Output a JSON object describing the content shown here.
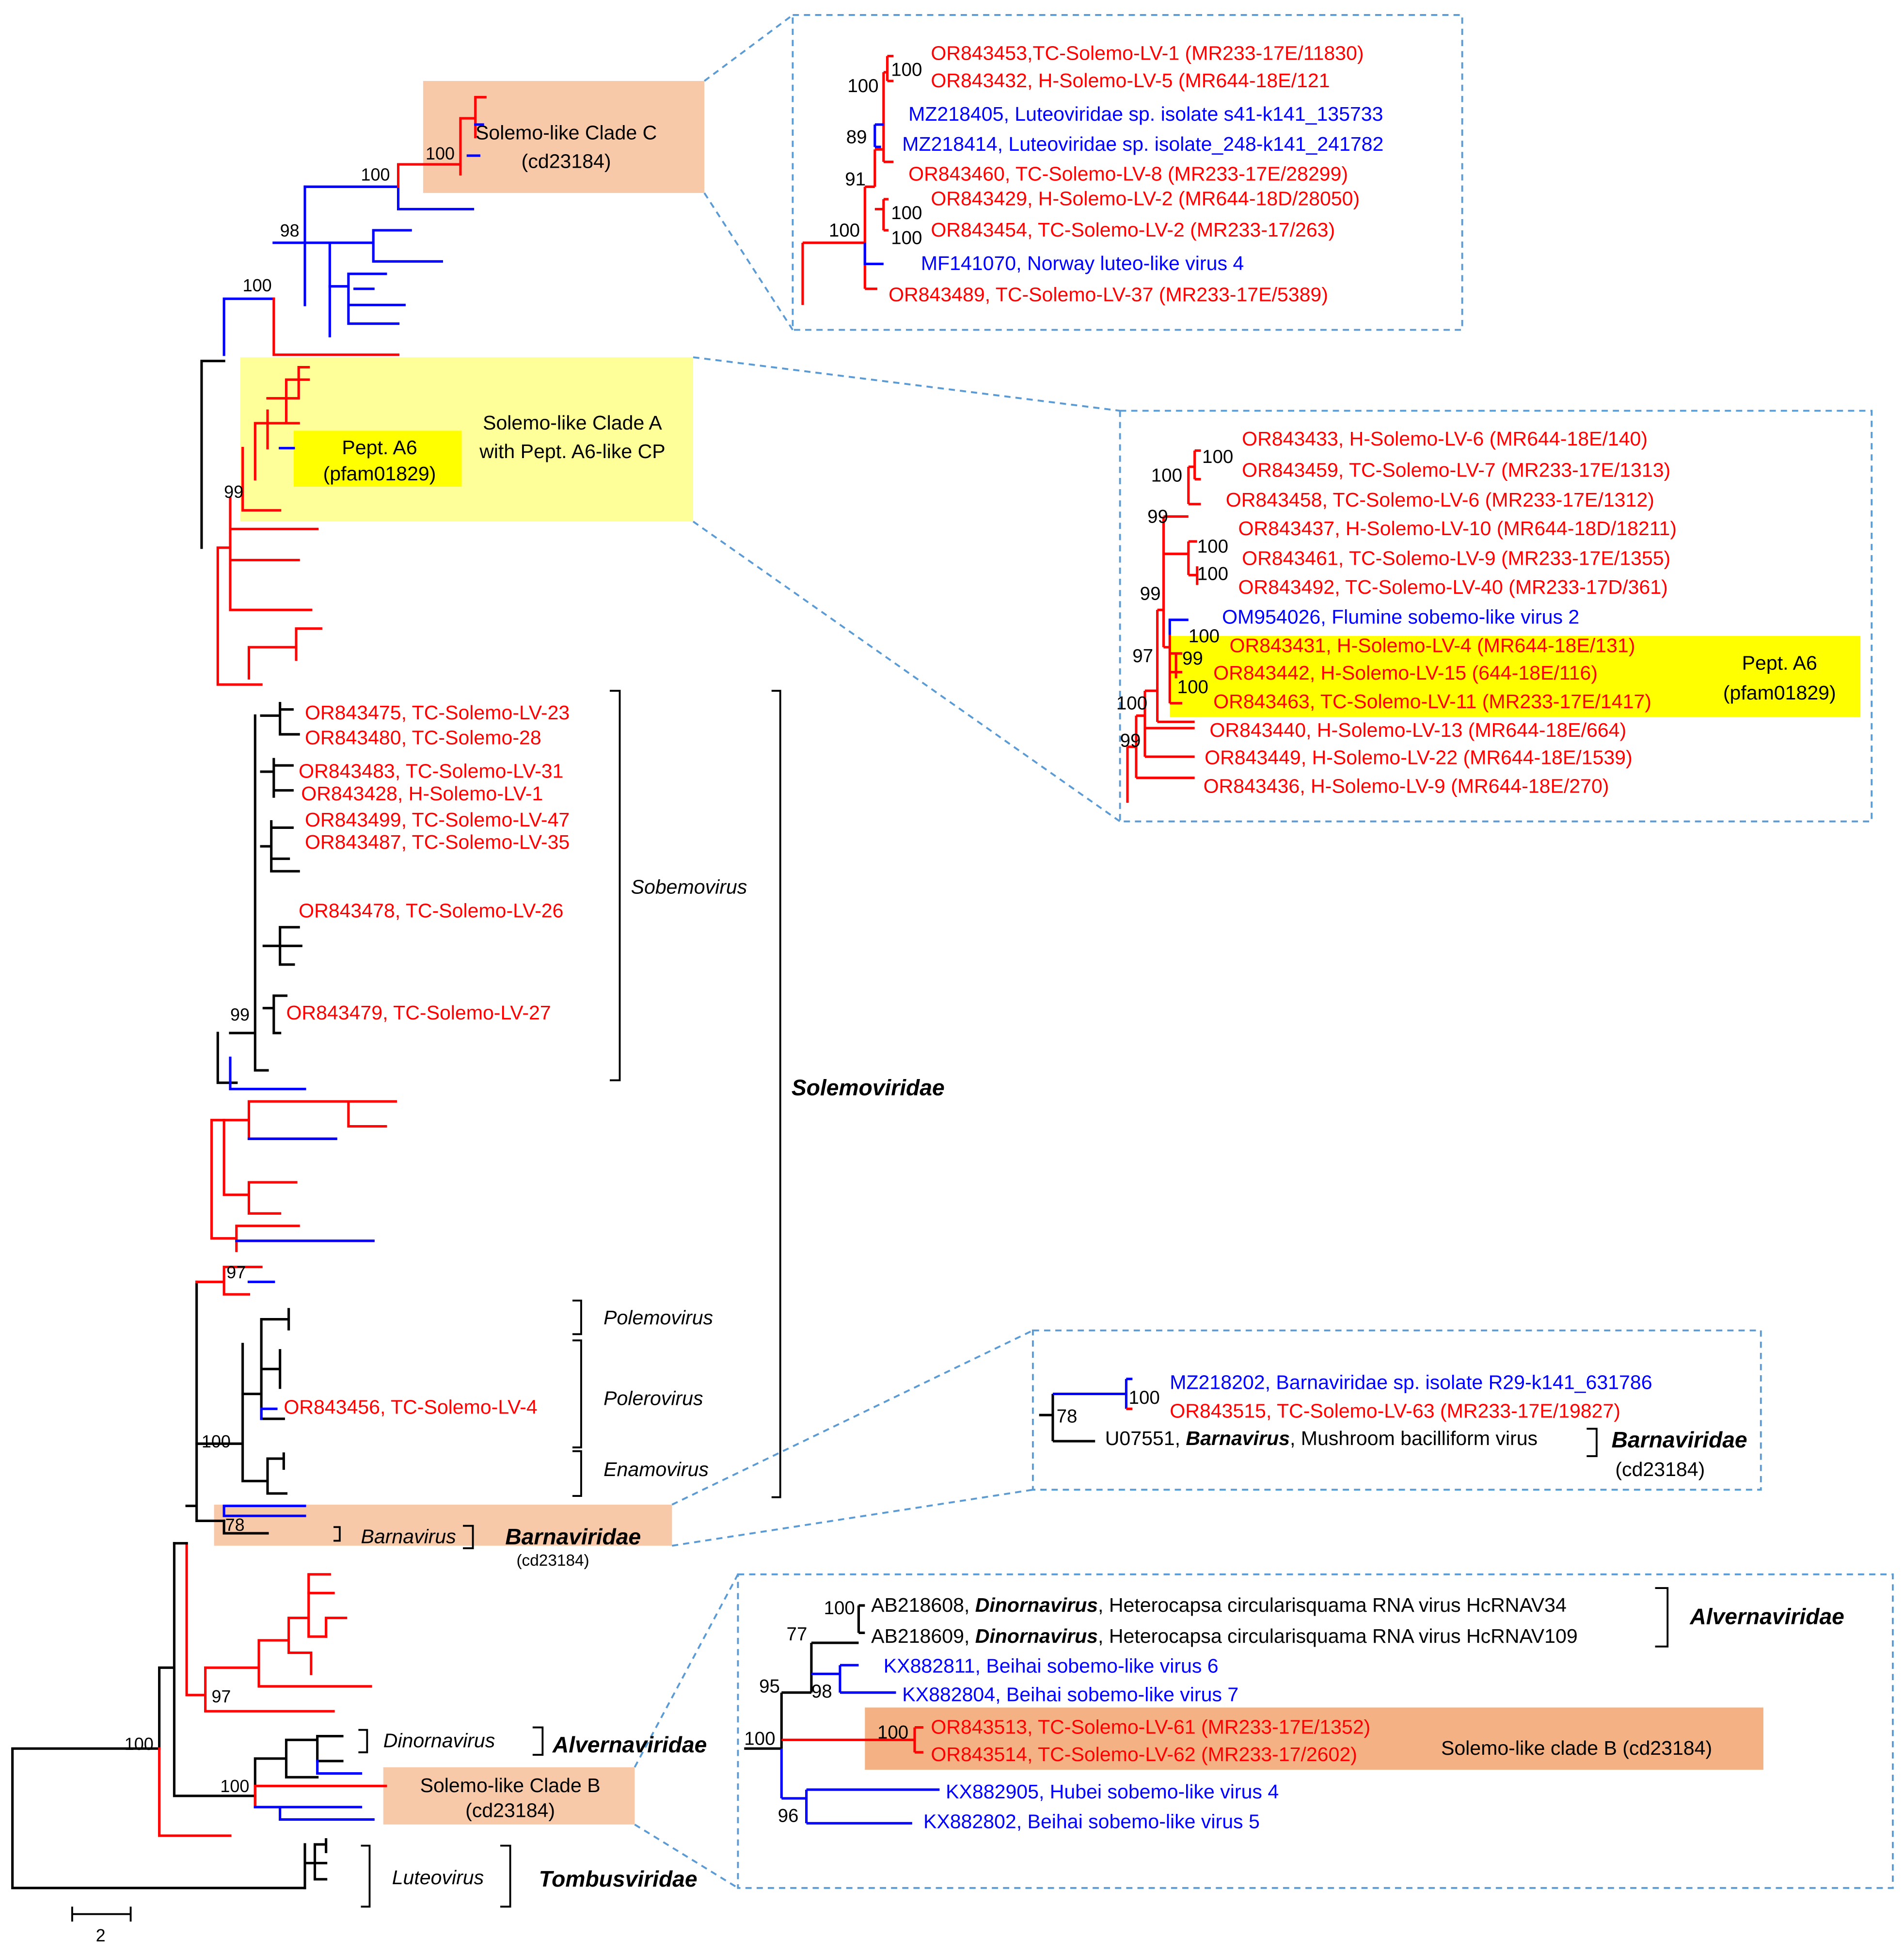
{
  "colors": {
    "red": "#ff0000",
    "blue": "#0000ff",
    "black": "#000000",
    "peach": "#f8c9a8",
    "orange": "#f4b183",
    "yellow": "#ffff99",
    "yellowStrong": "#ffff00",
    "dash": "#5b9bd5"
  },
  "main": {
    "cladeC": {
      "line1": "Solemo-like Clade C",
      "line2": "(cd23184)"
    },
    "cladeA": {
      "line1": "Solemo-like Clade A",
      "line2": "with Pept. A6-like CP"
    },
    "peptA6": {
      "line1": "Pept. A6",
      "line2": "(pfam01829)"
    },
    "cladeB": {
      "line1": "Solemo-like Clade B",
      "line2": "(cd23184)"
    },
    "barna_cd": "(cd23184)",
    "sobemo_taxa": [
      "OR843475,  TC-Solemo-LV-23",
      "OR843480,  TC-Solemo-28",
      "OR843483,  TC-Solemo-LV-31",
      "OR843428,  H-Solemo-LV-1",
      "OR843499,  TC-Solemo-LV-47",
      "OR843487,  TC-Solemo-LV-35",
      "OR843478,  TC-Solemo-LV-26",
      "OR843479,  TC-Solemo-LV-27"
    ],
    "polero_taxon": "OR843456,  TC-Solemo-LV-4",
    "genera": {
      "sobemovirus": "Sobemovirus",
      "polemovirus": "Polemovirus",
      "polerovirus": "Polerovirus",
      "enamovirus": "Enamovirus",
      "barnavirus": "Barnavirus",
      "dinornavirus": "Dinornavirus",
      "luteovirus": "Luteovirus"
    },
    "families": {
      "solemoviridae": "Solemoviridae",
      "barnaviridae": "Barnaviridae",
      "alvernaviridae": "Alvernaviridae",
      "tombusviridae": "Tombusviridae"
    },
    "bootstrap": [
      "100",
      "98",
      "100",
      "99",
      "99",
      "97",
      "100",
      "78",
      "97",
      "100",
      "100"
    ],
    "scale": "2"
  },
  "insetC": {
    "taxa": [
      "OR843453,TC-Solemo-LV-1  (MR233-17E/11830)",
      "OR843432,  H-Solemo-LV-5  (MR644-18E/121",
      "MZ218405,  Luteoviridae  sp.  isolate  s41-k141_135733",
      "MZ218414,  Luteoviridae  sp.  isolate_248-k141_241782",
      "OR843460,  TC-Solemo-LV-8  (MR233-17E/28299)",
      "OR843429,  H-Solemo-LV-2  (MR644-18D/28050)",
      "OR843454,  TC-Solemo-LV-2  (MR233-17/263)",
      "MF141070,  Norway  luteo-like  virus  4",
      "OR843489,  TC-Solemo-LV-37  (MR233-17E/5389)"
    ],
    "bootstrap": [
      "100",
      "100",
      "89",
      "91",
      "100",
      "100",
      "100"
    ]
  },
  "insetA": {
    "taxa": [
      "OR843433,  H-Solemo-LV-6  (MR644-18E/140)",
      "OR843459,  TC-Solemo-LV-7  (MR233-17E/1313)",
      "OR843458,  TC-Solemo-LV-6  (MR233-17E/1312)",
      "OR843437,  H-Solemo-LV-10  (MR644-18D/18211)",
      "OR843461,  TC-Solemo-LV-9  (MR233-17E/1355)",
      "OR843492,  TC-Solemo-LV-40  (MR233-17D/361)",
      "OM954026,  Flumine  sobemo-like  virus  2",
      "OR843431,  H-Solemo-LV-4  (MR644-18E/131)",
      "OR843442,  H-Solemo-LV-15  (644-18E/116)",
      "OR843463,  TC-Solemo-LV-11  (MR233-17E/1417)",
      "OR843440,  H-Solemo-LV-13  (MR644-18E/664)",
      "OR843449,  H-Solemo-LV-22  (MR644-18E/1539)",
      "OR843436,  H-Solemo-LV-9  (MR644-18E/270)"
    ],
    "bootstrap": [
      "100",
      "100",
      "99",
      "100",
      "100",
      "99",
      "100",
      "99",
      "100",
      "97",
      "100",
      "99"
    ],
    "pept": {
      "line1": "Pept. A6",
      "line2": "(pfam01829)"
    }
  },
  "insetBarna": {
    "taxa": [
      "MZ218202,  Barnaviridae  sp.  isolate  R29-k141_631786",
      "OR843515,  TC-Solemo-LV-63  (MR233-17E/19827)"
    ],
    "u07551": {
      "acc": "U07551,  ",
      "genus": "Barnavirus",
      "rest": ",  Mushroom  bacilliform  virus"
    },
    "family": "Barnaviridae",
    "cd": "(cd23184)",
    "bootstrap": [
      "100",
      "78"
    ]
  },
  "insetB": {
    "ab1": {
      "acc": "AB218608,  ",
      "genus": "Dinornavirus",
      "rest": ",  Heterocapsa  circularisquama  RNA  virus  HcRNAV34"
    },
    "ab2": {
      "acc": "AB218609,  ",
      "genus": "Dinornavirus",
      "rest": ",  Heterocapsa  circularisquama  RNA  virus  HcRNAV109"
    },
    "family": "Alvernaviridae",
    "taxa": [
      "KX882811,  Beihai  sobemo-like  virus  6",
      "KX882804,  Beihai  sobemo-like  virus  7",
      "OR843513,  TC-Solemo-LV-61  (MR233-17E/1352)",
      "OR843514,  TC-Solemo-LV-62  (MR233-17/2602)",
      "KX882905,  Hubei  sobemo-like  virus  4",
      "KX882802,  Beihai  sobemo-like  virus  5"
    ],
    "cladeB": "Solemo-like  clade  B  (cd23184)",
    "bootstrap": [
      "100",
      "77",
      "95",
      "98",
      "100",
      "100",
      "96"
    ]
  }
}
